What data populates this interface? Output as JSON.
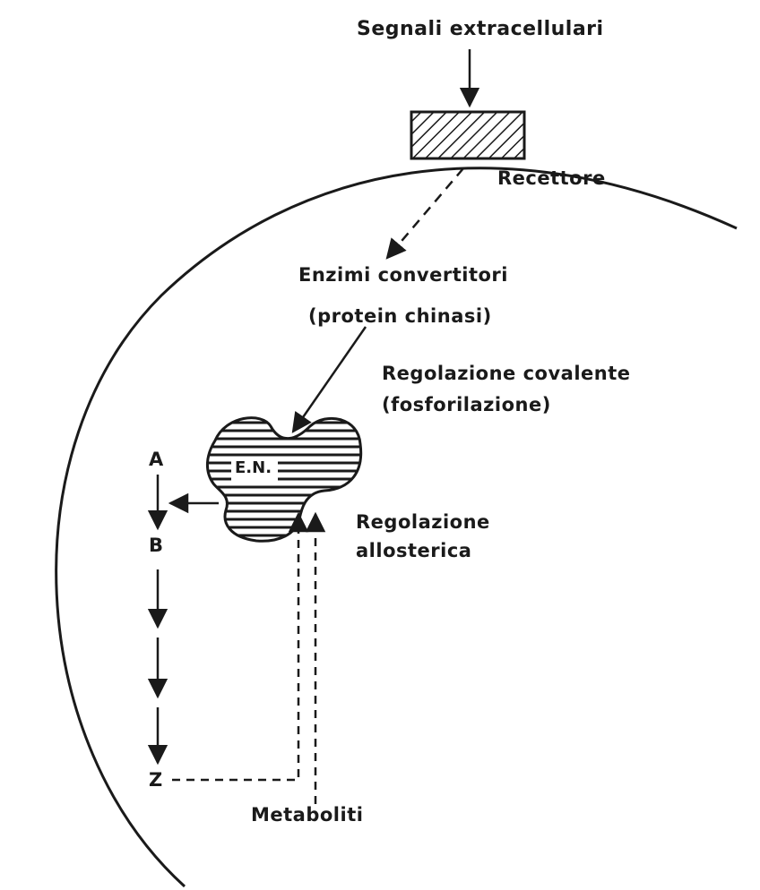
{
  "diagram": {
    "labels": {
      "signals": "Segnali extracellulari",
      "receptor": "Recettore",
      "converting_enzymes": "Enzimi convertitori",
      "protein_kinases": "(protein chinasi)",
      "covalent_regulation": "Regolazione covalente",
      "phosphorylation": "(fosforilazione)",
      "enzyme": "E.N.",
      "allosteric_line1": "Regolazione",
      "allosteric_line2": "allosterica",
      "metabolites": "Metaboliti"
    },
    "pathway": {
      "start": "A",
      "second": "B",
      "end": "Z"
    }
  }
}
